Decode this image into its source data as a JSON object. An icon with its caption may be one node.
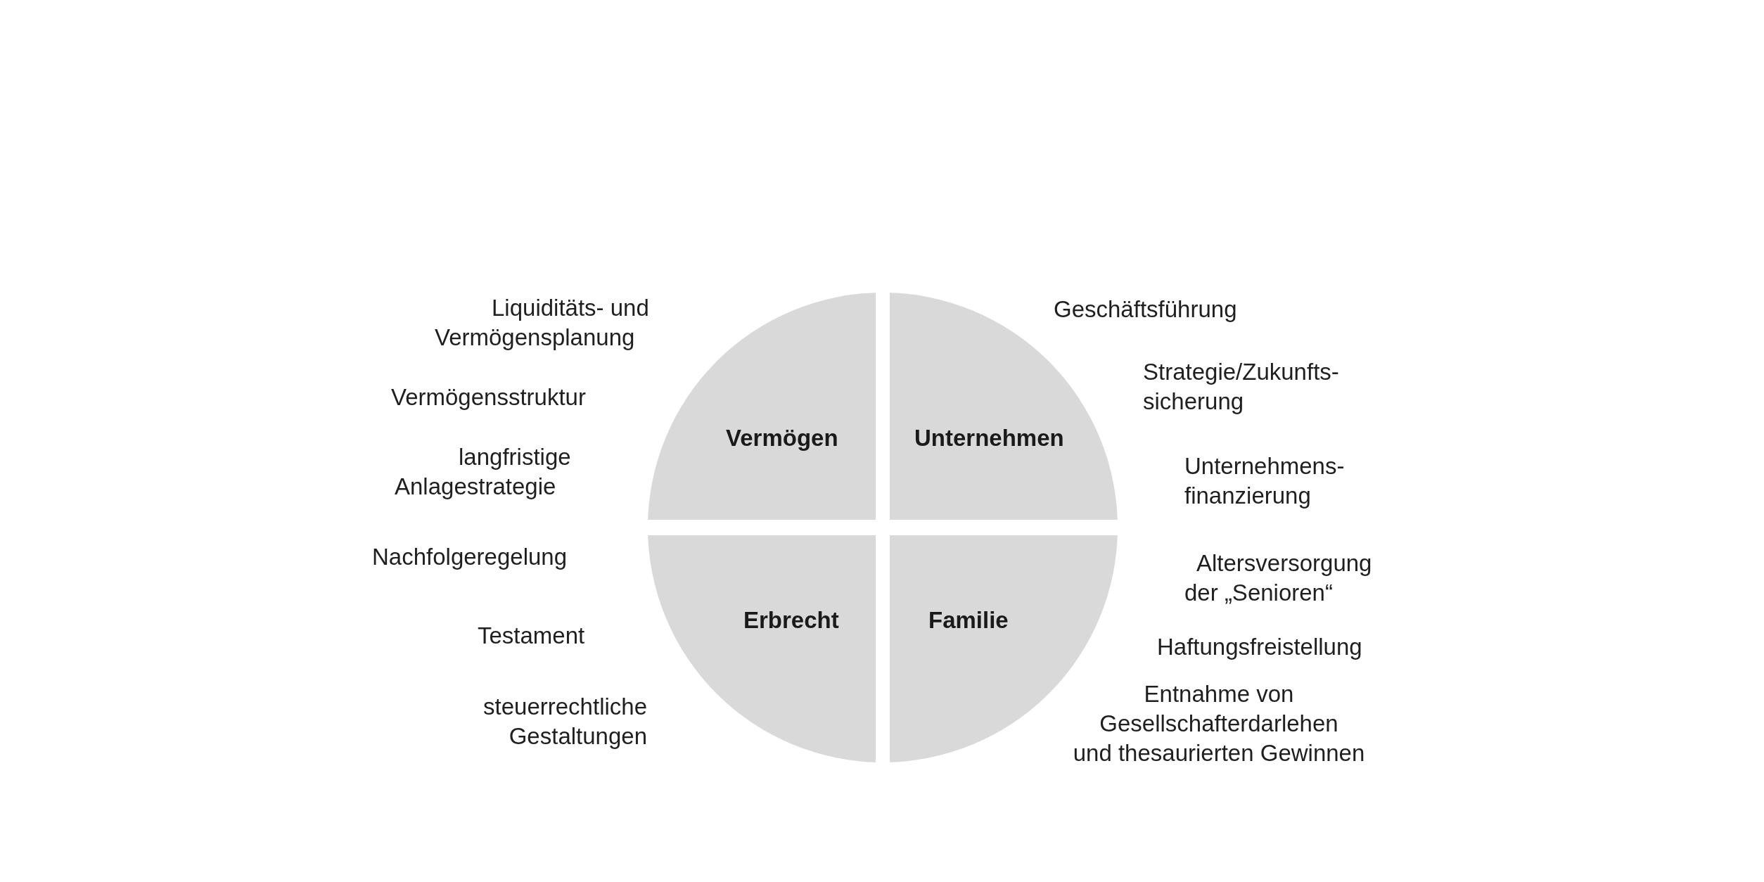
{
  "diagram": {
    "nodes": [
      {
        "text": [
          "Vermögen"
        ],
        "beside": [
          "Liquiditäts- und Vermögensplanung",
          "Vermögensstruktur",
          "langfristige Anlagestrategie"
        ]
      },
      {
        "text": [
          "Unternehmen"
        ],
        "beside": [
          "Geschäftsführung",
          "Strategie/Zukunfts- sicherung",
          "Unternehmens- finanzierung"
        ]
      },
      {
        "text": [
          "Erbrecht"
        ],
        "beside": [
          "Nachfolgeregelung",
          "Testament",
          "steuerrechtliche Gestaltungen"
        ]
      },
      {
        "text": [
          "Familie"
        ],
        "beside": [
          "Altersversorgung der „Senioren“",
          "Haftungsfreistellung",
          "Entnahme von Gesellschafterdarlehen und thesaurierten Gewinnen"
        ]
      }
    ]
  }
}
